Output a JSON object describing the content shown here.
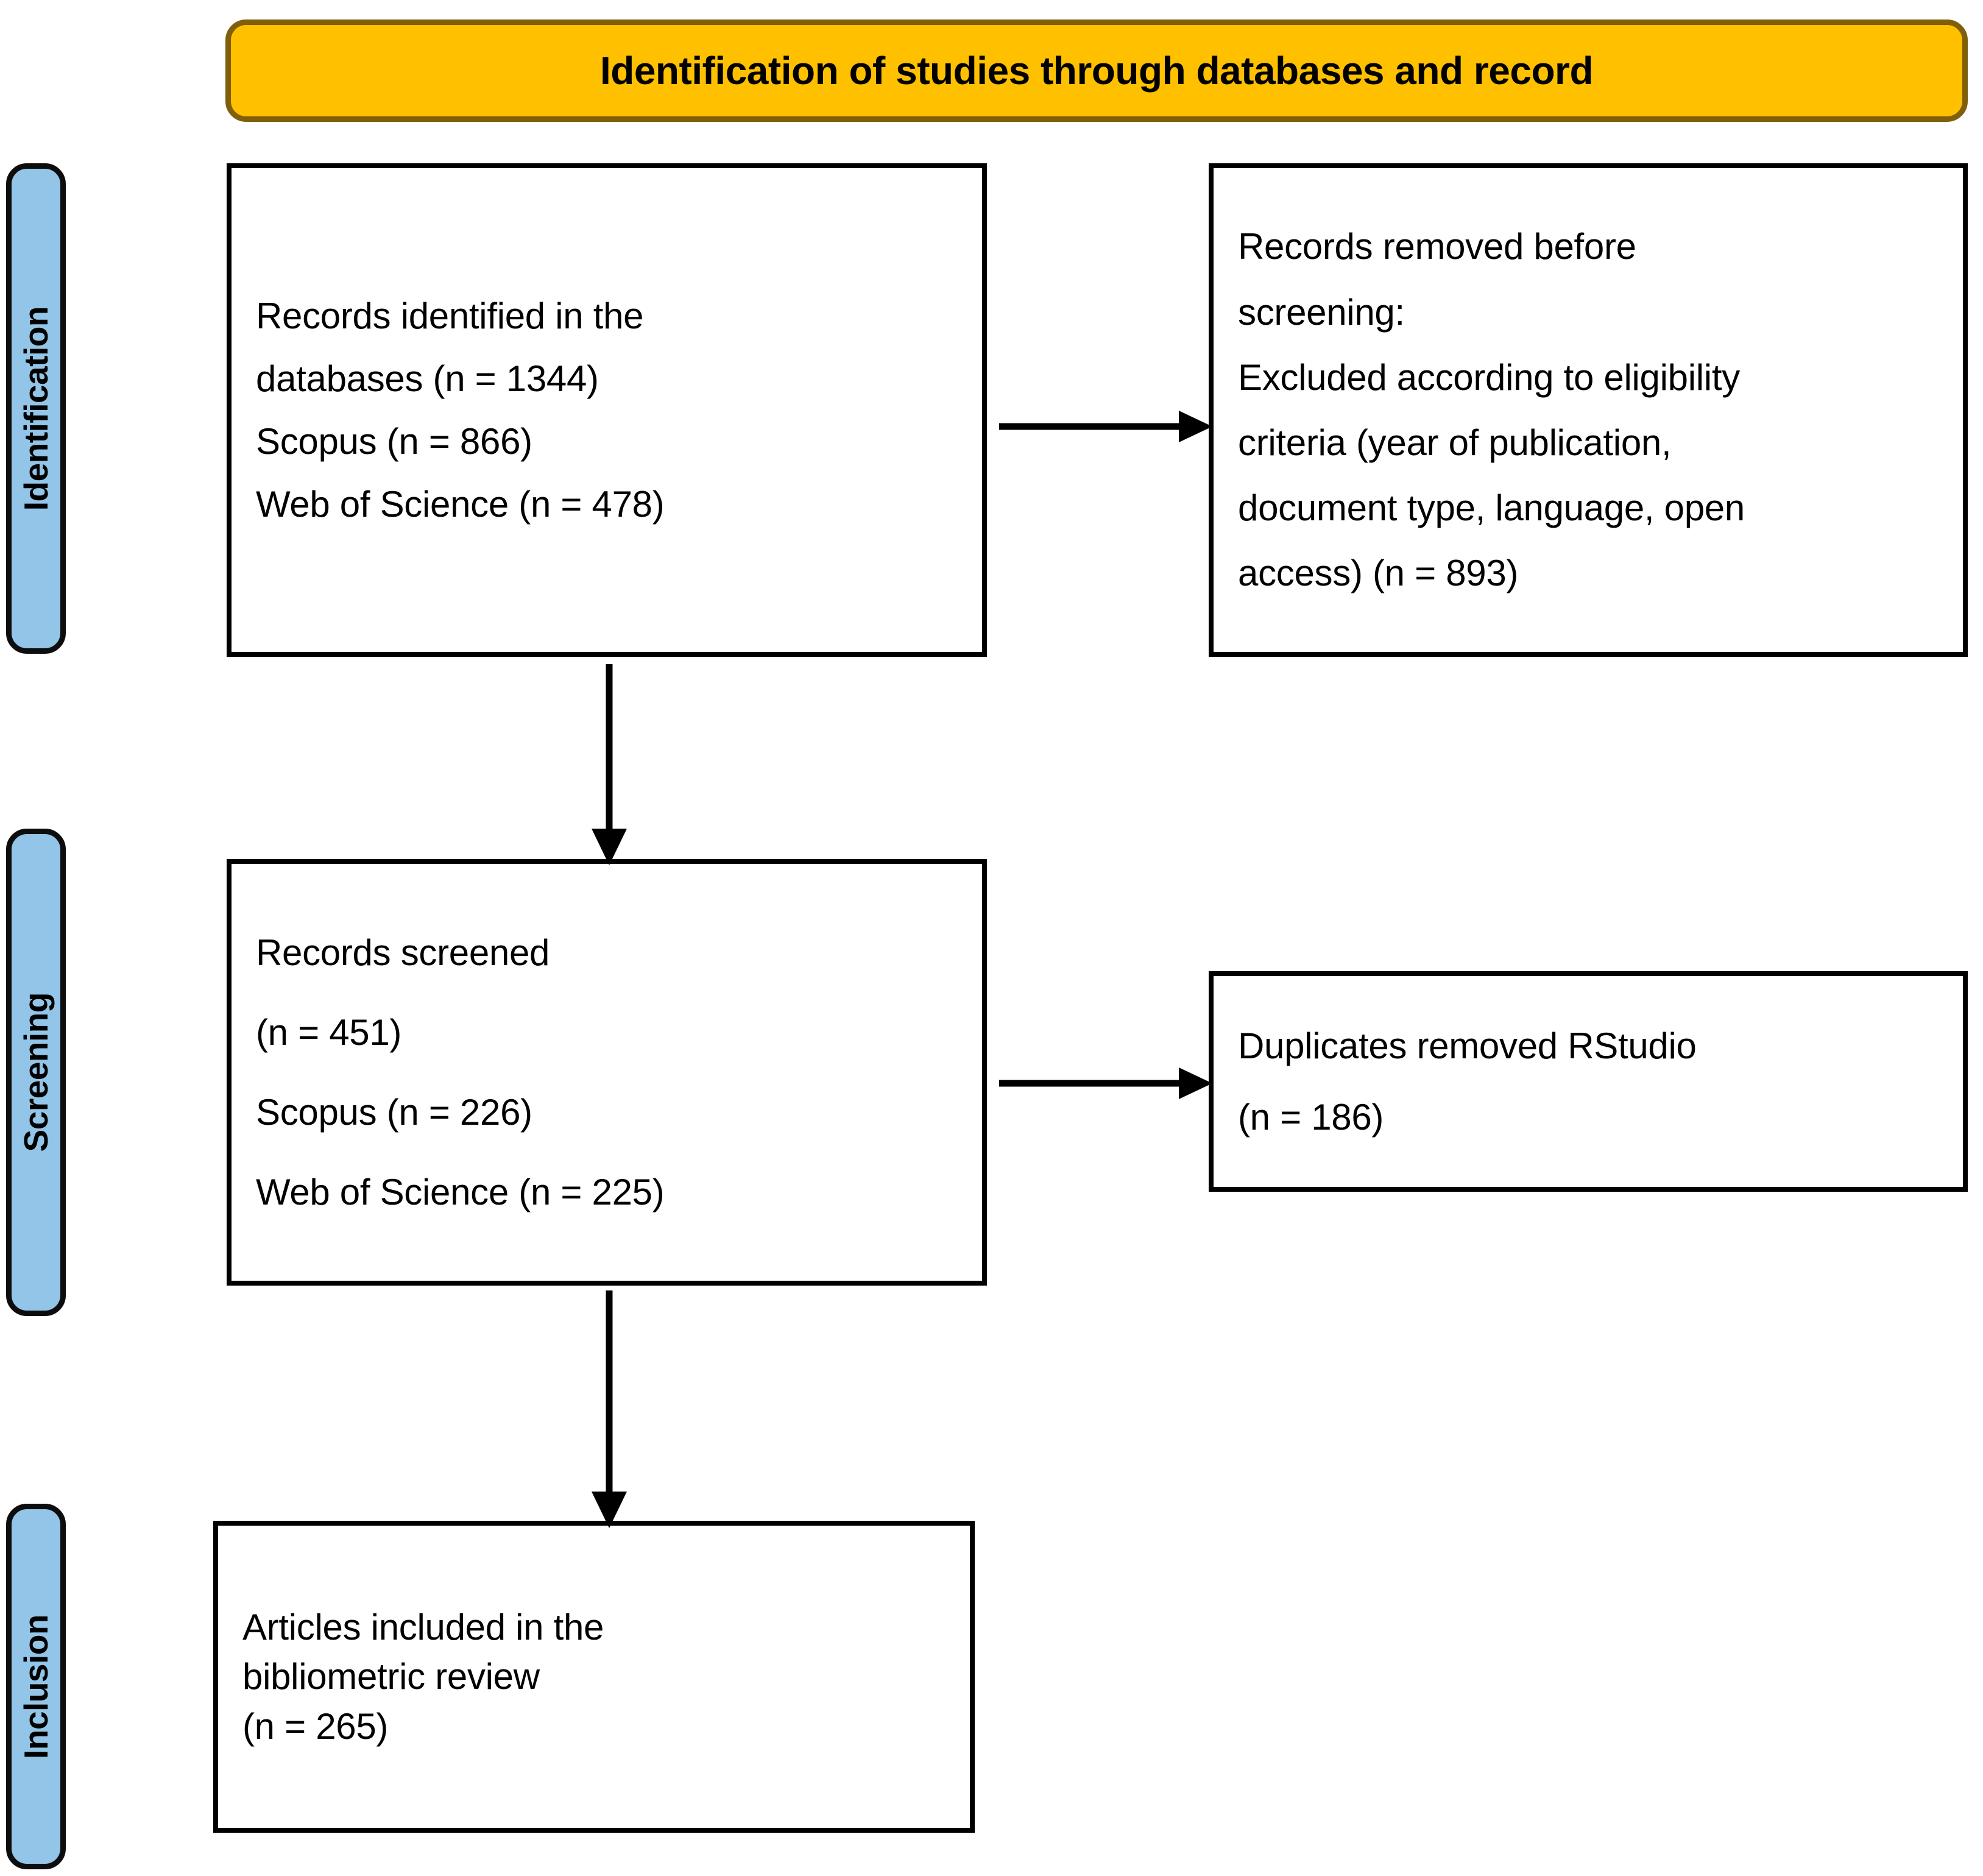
{
  "header": {
    "title": "Identification of studies through databases and record",
    "background_color": "#FFC000",
    "border_color": "#7F5F09"
  },
  "stages": [
    {
      "id": "identification",
      "label": "Identification",
      "color": "#92C5E8"
    },
    {
      "id": "screening",
      "label": "Screening",
      "color": "#92C5E8"
    },
    {
      "id": "inclusion",
      "label": "Inclusion",
      "color": "#92C5E8"
    }
  ],
  "boxes": {
    "identified": {
      "line1": "Records identified in the",
      "line2": "databases (n = 1344)",
      "line3": "Scopus (n = 866)",
      "line4": "Web of Science (n = 478)"
    },
    "removed": {
      "line1": "Records removed before",
      "line2": "screening:",
      "line3": "Excluded according to eligibility",
      "line4": "criteria (year of publication,",
      "line5": "document type, language, open",
      "line6": "access) (n = 893)"
    },
    "screened": {
      "line1": "Records screened",
      "line2": "(n = 451)",
      "line3": "Scopus (n = 226)",
      "line4": "Web of Science (n = 225)"
    },
    "duplicates": {
      "line1": "Duplicates removed RStudio",
      "line2": "(n = 186)"
    },
    "included": {
      "line1": "Articles included in the",
      "line2": "bibliometric review",
      "line3": "(n = 265)"
    }
  },
  "chart_data": {
    "type": "diagram",
    "title": "Identification of studies through databases and record",
    "diagram_kind": "PRISMA flow diagram",
    "stages": [
      "Identification",
      "Screening",
      "Inclusion"
    ],
    "nodes": [
      {
        "id": "identified",
        "stage": "Identification",
        "label": "Records identified in the databases",
        "n": 1344,
        "sources": [
          {
            "name": "Scopus",
            "n": 866
          },
          {
            "name": "Web of Science",
            "n": 478
          }
        ]
      },
      {
        "id": "removed",
        "stage": "Identification",
        "label": "Records removed before screening: Excluded according to eligibility criteria (year of publication, document type, language, open access)",
        "n": 893
      },
      {
        "id": "screened",
        "stage": "Screening",
        "label": "Records screened",
        "n": 451,
        "sources": [
          {
            "name": "Scopus",
            "n": 226
          },
          {
            "name": "Web of Science",
            "n": 225
          }
        ]
      },
      {
        "id": "duplicates",
        "stage": "Screening",
        "label": "Duplicates removed RStudio",
        "n": 186
      },
      {
        "id": "included",
        "stage": "Inclusion",
        "label": "Articles included in the bibliometric review",
        "n": 265
      }
    ],
    "edges": [
      {
        "from": "identified",
        "to": "removed",
        "direction": "right"
      },
      {
        "from": "identified",
        "to": "screened",
        "direction": "down"
      },
      {
        "from": "screened",
        "to": "duplicates",
        "direction": "right"
      },
      {
        "from": "screened",
        "to": "included",
        "direction": "down"
      }
    ],
    "colors": {
      "banner": "#FFC000",
      "banner_border": "#7F5F09",
      "stage_pill": "#92C5E8",
      "box_border": "#000000",
      "arrow": "#000000"
    }
  }
}
